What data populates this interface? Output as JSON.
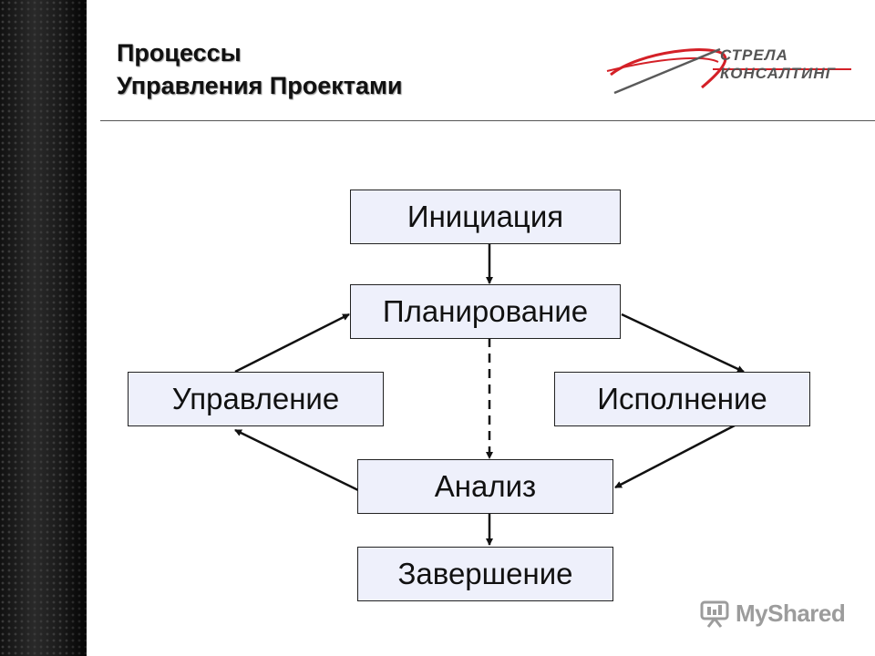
{
  "slide": {
    "title_line1": "Процессы",
    "title_line2": "Управления Проектами"
  },
  "logo": {
    "line1": "СТРЕЛА",
    "line2": "КОНСАЛТИНГ",
    "colors": {
      "red": "#d42027",
      "gray": "#5a5a5a"
    }
  },
  "diagram": {
    "nodes": {
      "initiation": "Инициация",
      "planning": "Планирование",
      "control": "Управление",
      "execution": "Исполнение",
      "analysis": "Анализ",
      "closing": "Завершение"
    },
    "box_fill": "#eef0fb"
  },
  "watermark": {
    "text": "MyShared"
  }
}
